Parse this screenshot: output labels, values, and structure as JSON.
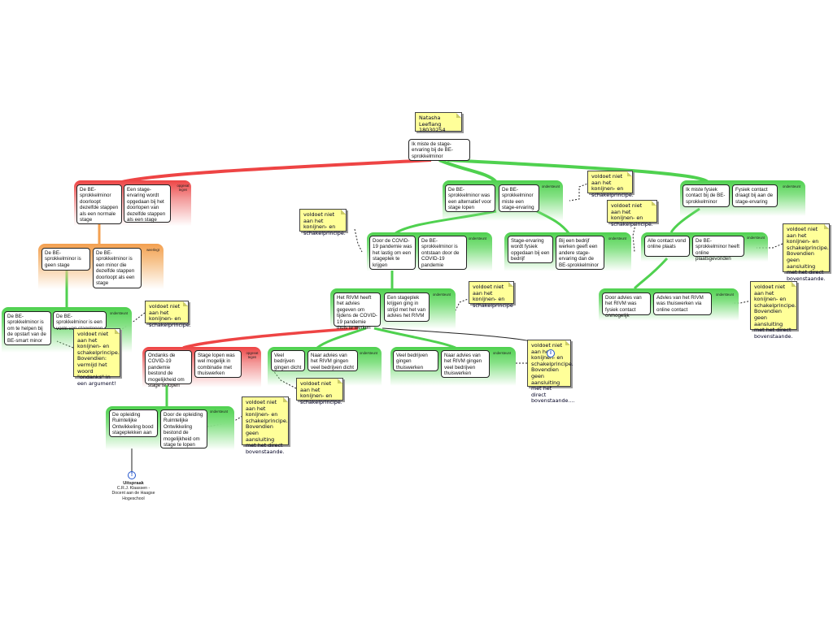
{
  "author": {
    "name": "Natasha Leeflang",
    "id": "18030254"
  },
  "root": "Ik miste de stage-ervaring bij de BE-sprokkelminor",
  "tags": {
    "opgevat": "opgevat",
    "tegen": "tegen",
    "ondersteunt": "ondersteunt",
    "weerlegt": "weerlegt"
  },
  "boxes": {
    "b1": "De BE-sprokkelminor doorloopt dezelfde stappen als een normale stage",
    "b2": "Een stage-ervaring wordt opgedaan bij het doorlopen van dezelfde stappen als een stage",
    "b3": "De BE-sprokkelminor is geen stage",
    "b4": "De BE-sprokkelminor is een minor die dezelfde stappen doorloopt als een stage",
    "b5": "De BE-sprokkelminor is om te helpen bij de opstart van de BE-smart minor",
    "b6": "De BE-sprokkelminor is een vorm van stagelopen",
    "b7": "De BE-sprokkelminor was een alternatief voor stage lopen",
    "b8": "De BE-sprokkelminor miste een stage-ervaring",
    "b9": "Door de COVID-19 pandemie was het lastig om een stageplek te krijgen",
    "b10": "De BE-sprokkelminor is ontstaan door de COVID-19 pandemie",
    "b11": "Stage-ervaring wordt fysiek opgedaan bij een bedrijf",
    "b12": "Bij een bedrijf werken geeft een andere stage-ervaring dan de BE-sprokkelminor",
    "b13": "Ik miste fysiek contact bij de BE-sprokkelminor",
    "b14": "Fysiek contact draagt bij aan de stage-ervaring",
    "b15": "Alle contact vond online plaats",
    "b16": "De BE-sprokkelminor heeft online plaatsgevonden",
    "b17": "Het RIVM heeft het advies gegeven om tijdens de COVID-19 pandemie thuis te werken",
    "b18": "Een stageplek krijgen ging in strijd met het van advies het RIVM",
    "b19": "Door advies van het RIVM was fysiek contact onmogelijk",
    "b20": "Advies van het RIVM was thuiswerken via online contact",
    "b21": "Ondanks de COVID-19 pandemie bestond de mogelijkheid om stage te lopen",
    "b22": "Stage lopen was wel mogelijk in combinatie met thuiswerken",
    "b23": "Veel bedrijven gingen dicht",
    "b24": "Naar advies van het RIVM gingen veel bedrijven dicht",
    "b25": "Veel bedrijven gingen thuiswerken",
    "b26": "Naar advies van het RIVM gingen veel bedrijven thuiswerken",
    "b27": "De opleiding Ruimtelijke Ontwikkeling bood stageplekken aan",
    "b28": "Door de opleiding Ruimtelijke Ontwikkeling bestond de mogelijkheid om stage te lopen"
  },
  "notes": {
    "n1": "voldoet niet aan het konijnen- en schakelprincipe.",
    "n2": "voldoet niet aan het konijnen- en schakelprincipe.",
    "n3": "voldoet niet aan het konijnen- en schakelprincipe.",
    "n4": "voldoet niet aan het konijnen- en schakelprincipe. Bovendien geen aansluiting met het direct bovenstaande.",
    "n5": "voldoet niet aan het konijnen- en schakelprincipe",
    "n6": "voldoet niet aan het konijnen- en schakelprincipe. Bovendien geen aansluiting met het direct bovenstaande.",
    "n7": "voldoet niet aan het konijnen- en schakelprincipe.",
    "n8": "voldoet niet aan het konijnen- en schakelprincipe. Bovendien: vermijd het woord \"ondanks\" in een argument!",
    "n9": "voldoet niet aan het konijnen- en schakelprincipe. Bovendien geen aansluiting met het direct bovenstaande....",
    "n10": "voldoet niet aan het konijnen- en schakelprincipe.",
    "n11": "voldoet niet aan het konijnen- en schakelprincipe. Bovendien geen aansluiting met het direct bovenstaande."
  },
  "source": {
    "title": "Uitspraak",
    "line1": "C.R.J. Klaassen -",
    "line2": "Docent aan de Haagse",
    "line3": "Hogeschool"
  },
  "colors": {
    "green": "#4fd14f",
    "red": "#ee4444",
    "orange": "#f3a050",
    "note": "#ffff99"
  }
}
